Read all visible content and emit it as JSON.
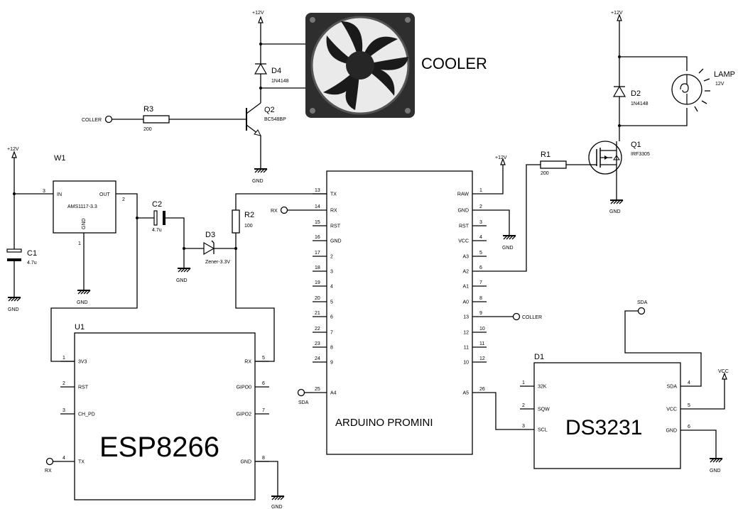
{
  "power": {
    "v12": "+12V",
    "vcc": "VCC",
    "gnd": "GND"
  },
  "w1": {
    "ref": "W1",
    "part": "AMS1117-3.3",
    "in": "IN",
    "out": "OUT",
    "gnd": "GND",
    "pin_in": "3",
    "pin_out": "2",
    "pin_gnd": "1"
  },
  "c1": {
    "ref": "C1",
    "value": "4.7u"
  },
  "c2": {
    "ref": "C2",
    "value": "4.7u"
  },
  "r1": {
    "ref": "R1",
    "value": "200"
  },
  "r2": {
    "ref": "R2",
    "value": "100"
  },
  "r3": {
    "ref": "R3",
    "value": "200"
  },
  "d2": {
    "ref": "D2",
    "part": "1N4148"
  },
  "d3": {
    "ref": "D3",
    "part": "Zener-3.3V"
  },
  "d4": {
    "ref": "D4",
    "part": "1N4148"
  },
  "q1": {
    "ref": "Q1",
    "part": "IRF3305"
  },
  "q2": {
    "ref": "Q2",
    "part": "BC548BP"
  },
  "lamp": {
    "label": "LAMP",
    "voltage": "12V"
  },
  "cooler": {
    "label": "COOLER"
  },
  "nets": {
    "coller": "COLLER",
    "rx": "RX",
    "sda": "SDA"
  },
  "u1": {
    "ref": "U1",
    "name": "ESP8266",
    "left": [
      {
        "pin": "1",
        "label": "3V3"
      },
      {
        "pin": "2",
        "label": "RST"
      },
      {
        "pin": "3",
        "label": "CH_PD"
      },
      {
        "pin": "4",
        "label": "TX"
      }
    ],
    "right": [
      {
        "pin": "5",
        "label": "RX"
      },
      {
        "pin": "6",
        "label": "GIPO0"
      },
      {
        "pin": "7",
        "label": "GIPO2"
      },
      {
        "pin": "8",
        "label": "GND"
      }
    ]
  },
  "arduino": {
    "name": "ARDUINO PROMINI",
    "left": [
      {
        "pin": "13",
        "label": "TX"
      },
      {
        "pin": "14",
        "label": "RX"
      },
      {
        "pin": "15",
        "label": "RST"
      },
      {
        "pin": "16",
        "label": "GND"
      },
      {
        "pin": "17",
        "label": "2"
      },
      {
        "pin": "18",
        "label": "3"
      },
      {
        "pin": "19",
        "label": "4"
      },
      {
        "pin": "20",
        "label": "5"
      },
      {
        "pin": "21",
        "label": "6"
      },
      {
        "pin": "22",
        "label": "7"
      },
      {
        "pin": "23",
        "label": "8"
      },
      {
        "pin": "24",
        "label": "9"
      },
      {
        "pin": "25",
        "label": "A4"
      }
    ],
    "right": [
      {
        "pin": "1",
        "label": "RAW"
      },
      {
        "pin": "2",
        "label": "GND"
      },
      {
        "pin": "3",
        "label": "RST"
      },
      {
        "pin": "4",
        "label": "VCC"
      },
      {
        "pin": "5",
        "label": "A3"
      },
      {
        "pin": "6",
        "label": "A2"
      },
      {
        "pin": "7",
        "label": "A1"
      },
      {
        "pin": "8",
        "label": "A0"
      },
      {
        "pin": "9",
        "label": "13"
      },
      {
        "pin": "10",
        "label": "12"
      },
      {
        "pin": "11",
        "label": "11"
      },
      {
        "pin": "12",
        "label": "10"
      },
      {
        "pin": "26",
        "label": "A5"
      }
    ]
  },
  "d1": {
    "ref": "D1",
    "name": "DS3231",
    "left": [
      {
        "pin": "1",
        "label": "32K"
      },
      {
        "pin": "2",
        "label": "SQW"
      },
      {
        "pin": "3",
        "label": "SCL"
      }
    ],
    "right": [
      {
        "pin": "4",
        "label": "SDA"
      },
      {
        "pin": "5",
        "label": "VCC"
      },
      {
        "pin": "6",
        "label": "GND"
      }
    ]
  }
}
